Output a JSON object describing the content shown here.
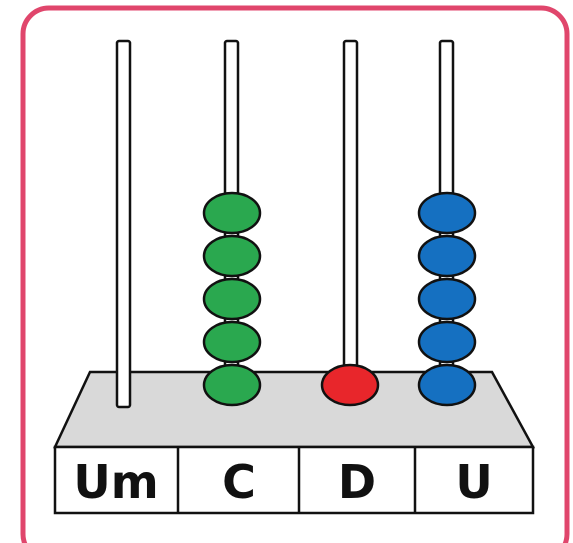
{
  "colors": {
    "frame_border": "#e0466c",
    "base_fill": "#d9d9d9",
    "outline": "#111111",
    "rod_fill": "#ffffff",
    "label_box_fill": "#ffffff"
  },
  "abacus": {
    "rods": [
      {
        "label": "Um",
        "bead_count": 0,
        "bead_color": ""
      },
      {
        "label": "C",
        "bead_count": 5,
        "bead_color": "#2aa84f"
      },
      {
        "label": "D",
        "bead_count": 1,
        "bead_color": "#e8262b"
      },
      {
        "label": "U",
        "bead_count": 5,
        "bead_color": "#1570c1"
      }
    ]
  }
}
